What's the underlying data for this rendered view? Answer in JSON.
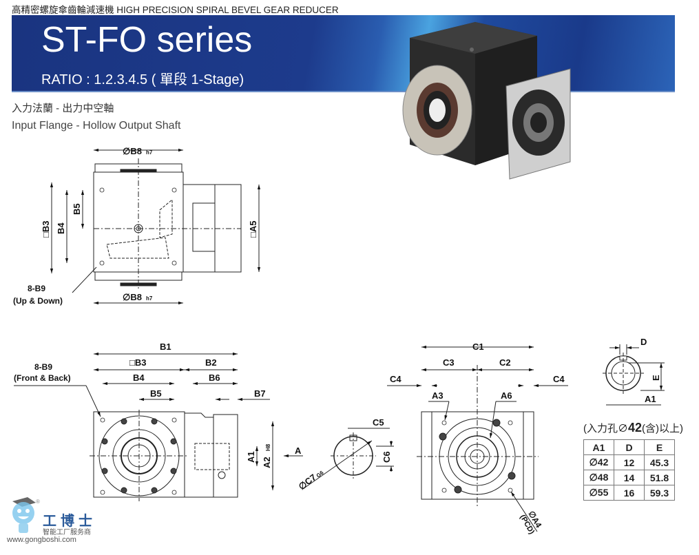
{
  "header": {
    "top_line": "高精密螺旋傘齒輪減速機  HIGH PRECISION SPIRAL BEVEL GEAR REDUCER",
    "title": "ST-FO series",
    "ratio": "RATIO : 1.2.3.4.5 ( 單段 1-Stage)",
    "subtitle_zh": "入力法蘭 - 出力中空軸",
    "subtitle_en": "Input Flange - Hollow Output Shaft",
    "banner_color": "#1d3b8c"
  },
  "top_view": {
    "b8_top": "∅B8",
    "b8_sub": "h7",
    "b8_bottom": "∅B8",
    "b3": "□B3",
    "b4": "B4",
    "b5": "B5",
    "a5": "□A5",
    "b9_label": "8-B9",
    "b9_note": "(Up & Down)"
  },
  "side_view": {
    "b9_label": "8-B9",
    "b9_note": "(Front & Back)",
    "b1": "B1",
    "b3": "□B3",
    "b2": "B2",
    "b4": "B4",
    "b6": "B6",
    "b5": "B5",
    "b7": "B7",
    "a1": "A1",
    "a2": "A2",
    "a2_sub": "H8",
    "arrow_a": "A"
  },
  "shaft_view": {
    "c5": "C5",
    "c6": "C6",
    "c7": "∅C7",
    "c7_sub": "G6"
  },
  "front_view": {
    "c1": "C1",
    "c3": "C3",
    "c2": "C2",
    "c4_left": "C4",
    "c4_right": "C4",
    "a3": "A3",
    "a6": "A6",
    "a4": "∅A4",
    "pcd": "(PCD)"
  },
  "keyway_view": {
    "d": "D",
    "e": "E",
    "a1": "A1"
  },
  "spec_table": {
    "caption_pre": "(入力孔∅",
    "caption_num": "42",
    "caption_post": "(含)以上)",
    "headers": [
      "A1",
      "D",
      "E"
    ],
    "rows": [
      [
        "∅42",
        "12",
        "45.3"
      ],
      [
        "∅48",
        "14",
        "51.8"
      ],
      [
        "∅55",
        "16",
        "59.3"
      ]
    ]
  },
  "watermark": {
    "brand": "工博士",
    "tagline": "智能工厂服务商",
    "url": "www.gongboshi.com",
    "registered": "®"
  }
}
